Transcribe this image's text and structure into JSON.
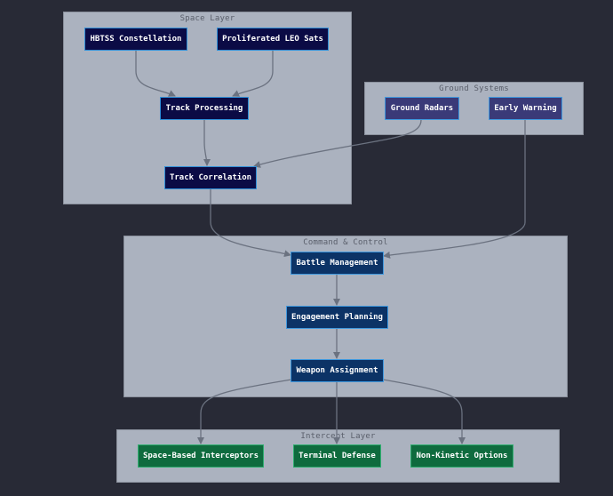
{
  "clusters": {
    "space": {
      "label": "Space Layer"
    },
    "ground": {
      "label": "Ground Systems"
    },
    "command": {
      "label": "Command & Control"
    },
    "intercept": {
      "label": "Intercept Layer"
    }
  },
  "nodes": {
    "hbtss": "HBTSS Constellation",
    "leo": "Proliferated LEO Sats",
    "track_processing": "Track Processing",
    "track_correlation": "Track Correlation",
    "ground_radars": "Ground Radars",
    "early_warning": "Early Warning",
    "battle_management": "Battle Management",
    "engagement_planning": "Engagement Planning",
    "weapon_assignment": "Weapon Assignment",
    "space_interceptors": "Space-Based Interceptors",
    "terminal_defense": "Terminal Defense",
    "non_kinetic": "Non-Kinetic Options"
  },
  "colors": {
    "background": "#282a36",
    "cluster_fill": "#abb2bf",
    "space_node": "#0b0b45",
    "ground_node": "#3a3a78",
    "c2_node": "#0c3366",
    "intercept_node": "#0f6b3e",
    "edge": "#6b7280"
  }
}
